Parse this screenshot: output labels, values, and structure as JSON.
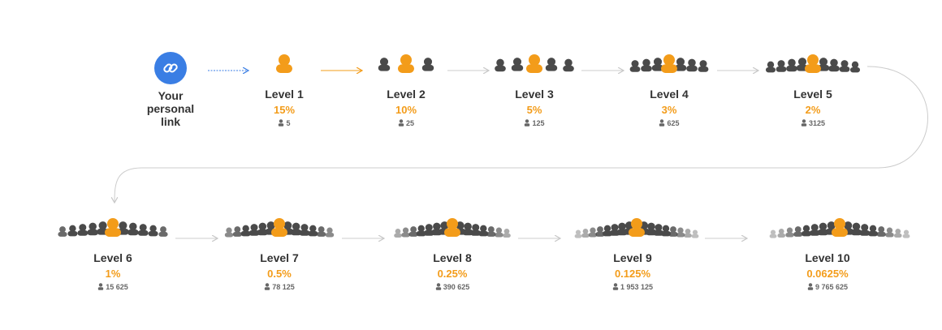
{
  "start": {
    "label": "Your personal link",
    "icon": "link-icon",
    "color": "#3a7ee4"
  },
  "colors": {
    "accent": "#f39c1a",
    "people": "#4a4a4a",
    "link": "#3a7ee4",
    "arrow": "#cccccc"
  },
  "levels": [
    {
      "label": "Level 1",
      "percent": "15%",
      "count": "5"
    },
    {
      "label": "Level 2",
      "percent": "10%",
      "count": "25"
    },
    {
      "label": "Level 3",
      "percent": "5%",
      "count": "125"
    },
    {
      "label": "Level 4",
      "percent": "3%",
      "count": "625"
    },
    {
      "label": "Level 5",
      "percent": "2%",
      "count": "3125"
    },
    {
      "label": "Level 6",
      "percent": "1%",
      "count": "15 625"
    },
    {
      "label": "Level 7",
      "percent": "0.5%",
      "count": "78 125"
    },
    {
      "label": "Level 8",
      "percent": "0.25%",
      "count": "390 625"
    },
    {
      "label": "Level 9",
      "percent": "0.125%",
      "count": "1 953 125"
    },
    {
      "label": "Level 10",
      "percent": "0.0625%",
      "count": "9 765 625"
    }
  ]
}
